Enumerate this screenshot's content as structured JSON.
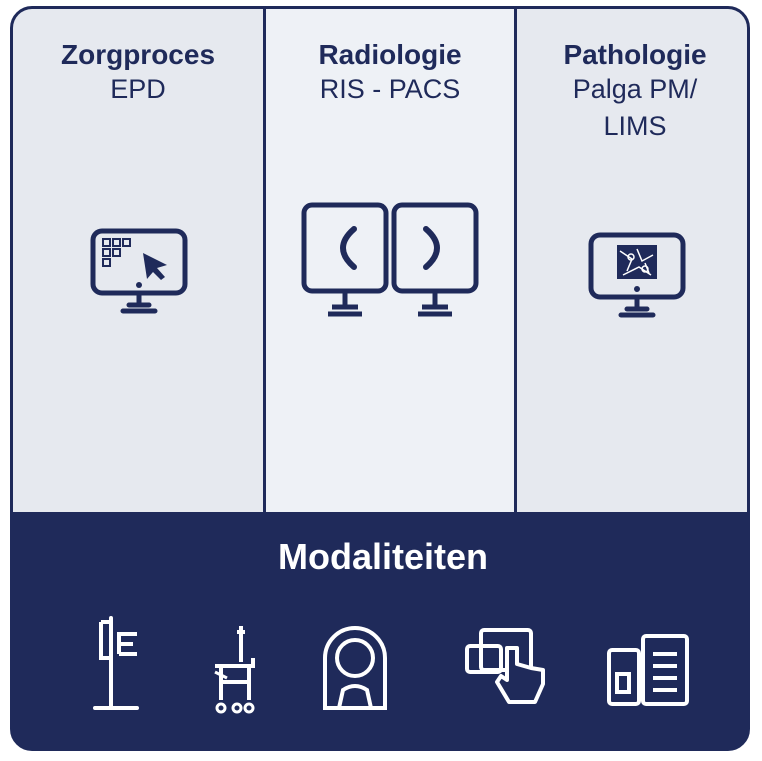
{
  "columns": [
    {
      "title": "Zorgproces",
      "subtitle_lines": [
        "EPD"
      ],
      "icon": "monitor-cursor-icon"
    },
    {
      "title": "Radiologie",
      "subtitle_lines": [
        "RIS - PACS"
      ],
      "icon": "dual-monitor-scan-icon"
    },
    {
      "title": "Pathologie",
      "subtitle_lines": [
        "Palga PM/",
        "LIMS"
      ],
      "icon": "monitor-microscopy-icon"
    }
  ],
  "bottom": {
    "title": "Modaliteiten",
    "icons": [
      "xray-stand-icon",
      "ultrasound-cart-icon",
      "mri-scanner-icon",
      "touch-screen-icon",
      "document-panel-icon"
    ]
  },
  "colors": {
    "navy": "#1f2a5a",
    "panel": "#e6e9ef",
    "panel_mid": "#eef1f6"
  }
}
